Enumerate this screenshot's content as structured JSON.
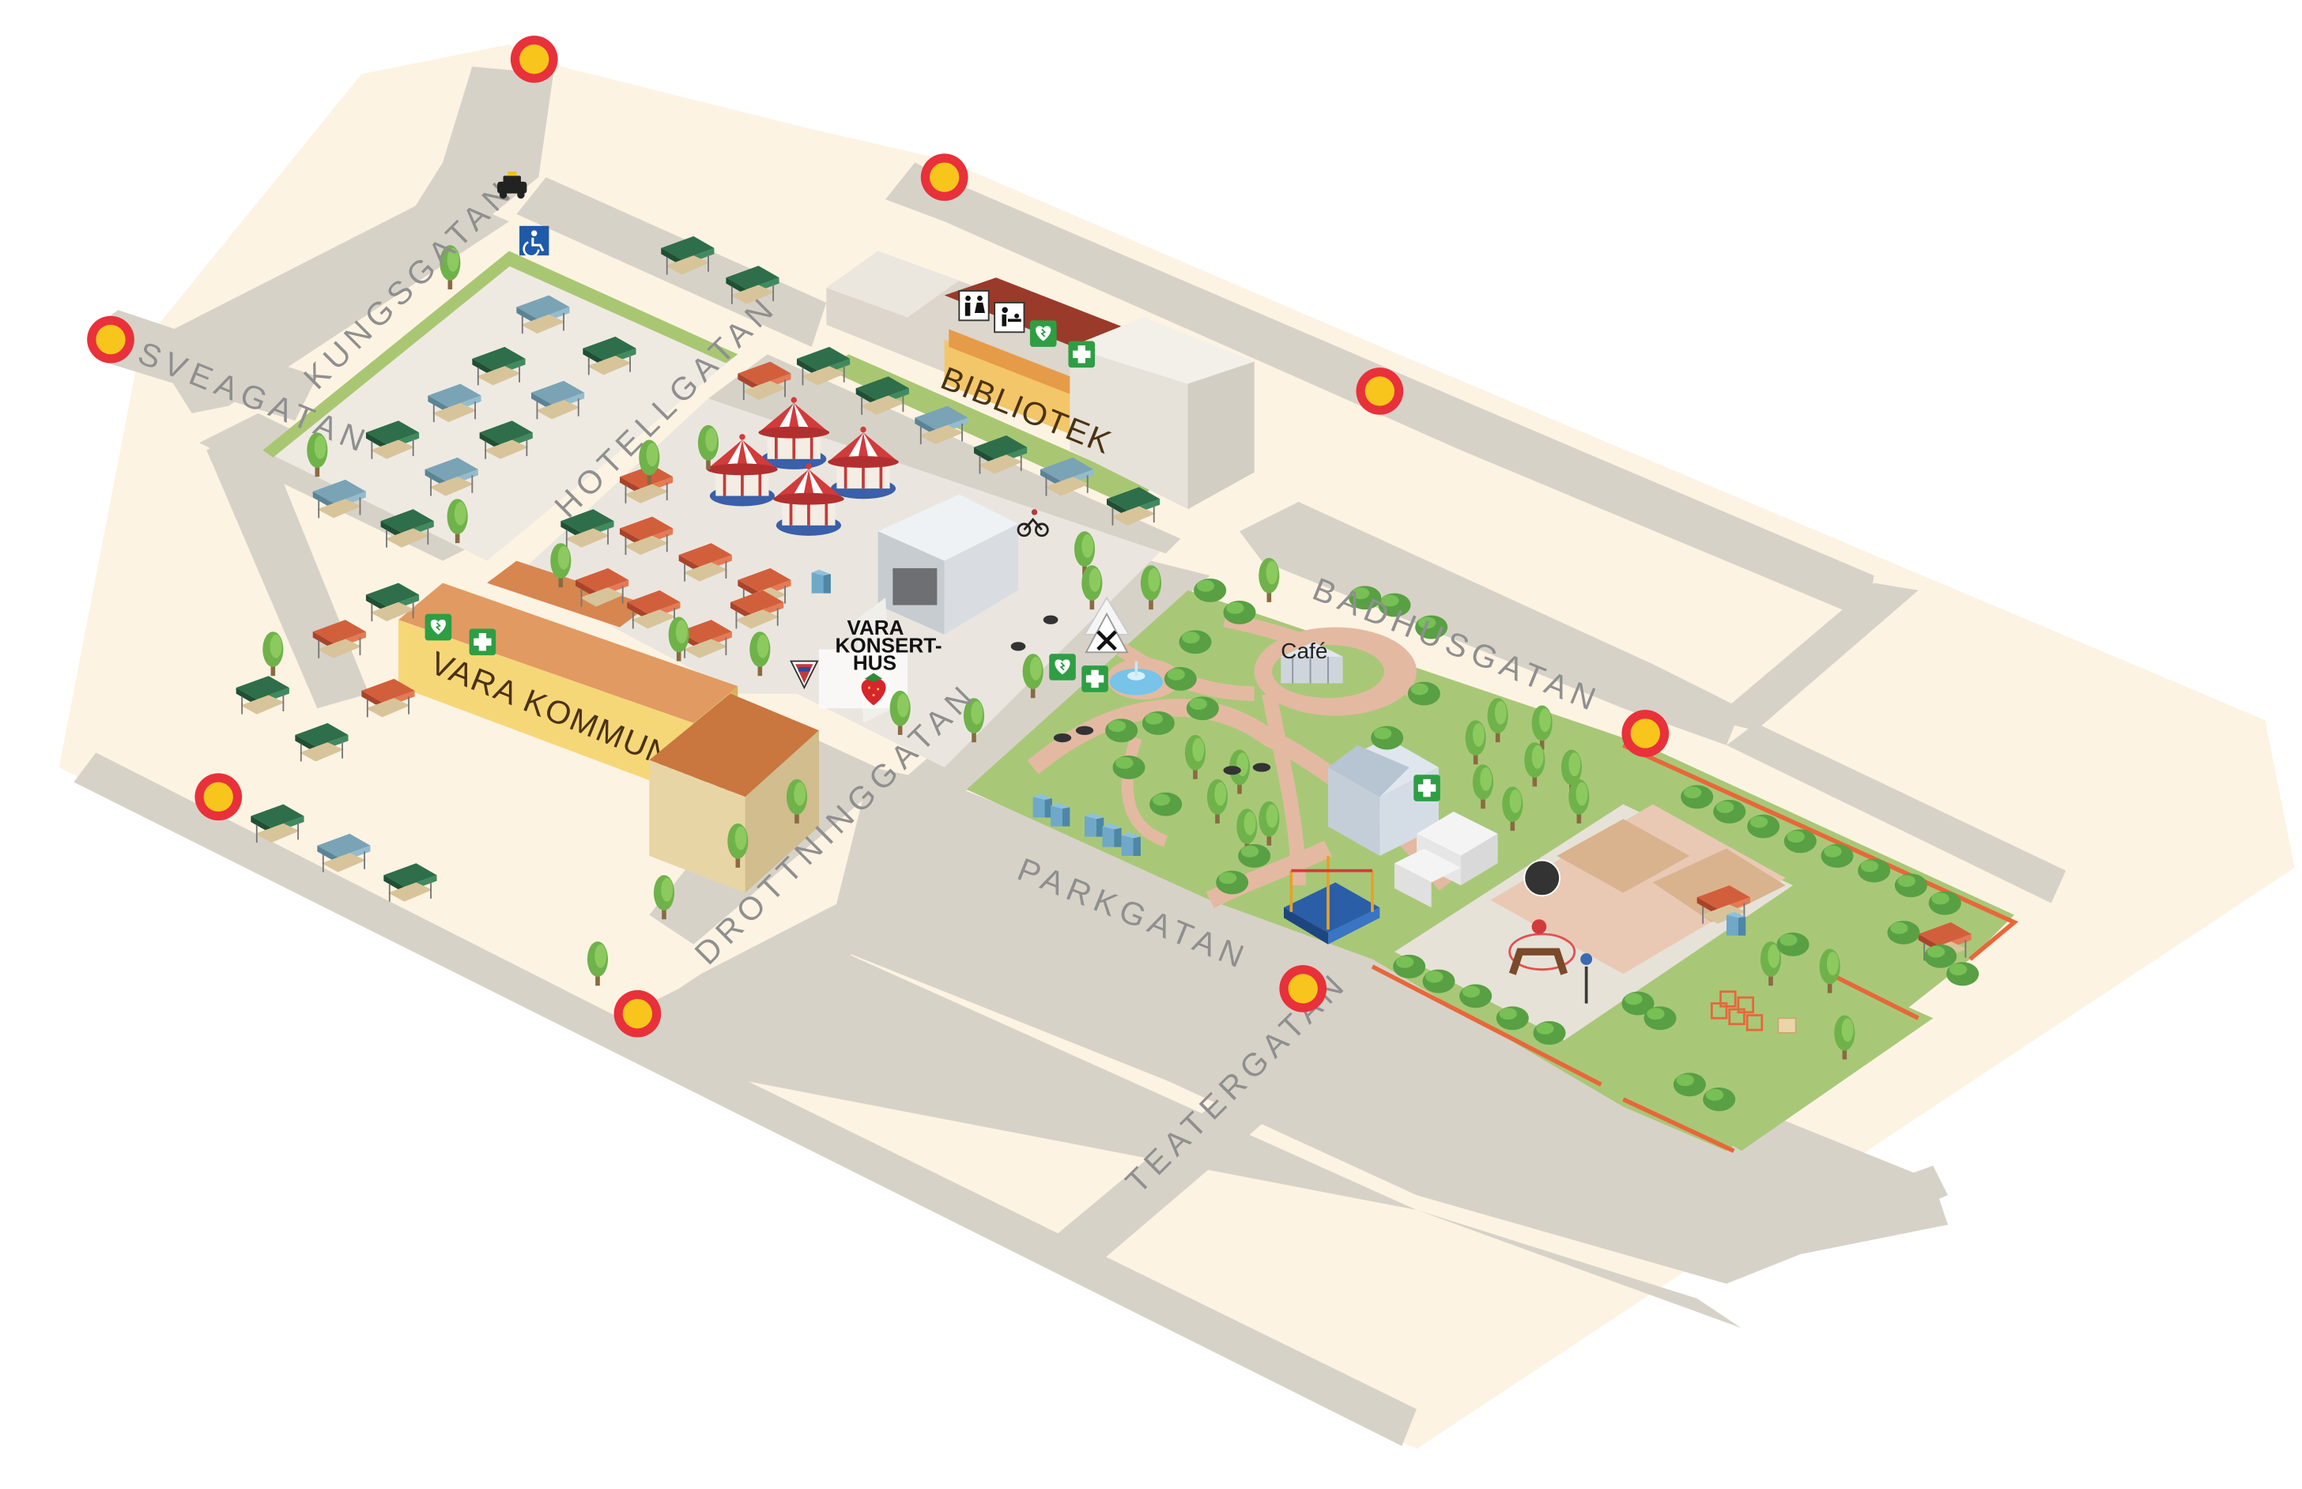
{
  "streets": {
    "kungsgatan": "KUNGSGATAN",
    "sveagatan": "SVEAGATAN",
    "hotellgatan": "HOTELLGATAN",
    "badhusgatan": "BADHUSGATAN",
    "parkgatan": "PARKGATAN",
    "drottninggatan": "DROTTNINGGATAN",
    "teatergatan": "TEATERGATAN"
  },
  "buildings": {
    "bibliotek": "BIBLIOTEK",
    "kommunhus": "VARA KOMMUNHUS",
    "cafe": "Café",
    "konserthus": [
      "VARA",
      "KONSERT-",
      "HUS"
    ]
  },
  "icons": {
    "road_closed": "road-closed-icon",
    "taxi": "taxi-icon",
    "accessible_parking": "wheelchair-icon",
    "toilet": "toilet-icon",
    "baby_change": "baby-change-icon",
    "defibrillator": "heart-defibrillator-icon",
    "first_aid": "first-aid-cross-icon",
    "restaurant": "fork-knife-icon",
    "strawberry": "strawberry-icon",
    "cyclist": "cyclist-icon"
  },
  "colors": {
    "land": "#fdf3e3",
    "road": "#d7d2c8",
    "park": "#a8c878",
    "square": "#e9e6df",
    "first_aid": "#2e9e44",
    "road_closed_ring": "#e8313a",
    "road_closed_fill": "#f8c51c",
    "stall_green": "#2f6e4a",
    "stall_blue": "#7aa3b6",
    "stall_red": "#d25f3c"
  }
}
